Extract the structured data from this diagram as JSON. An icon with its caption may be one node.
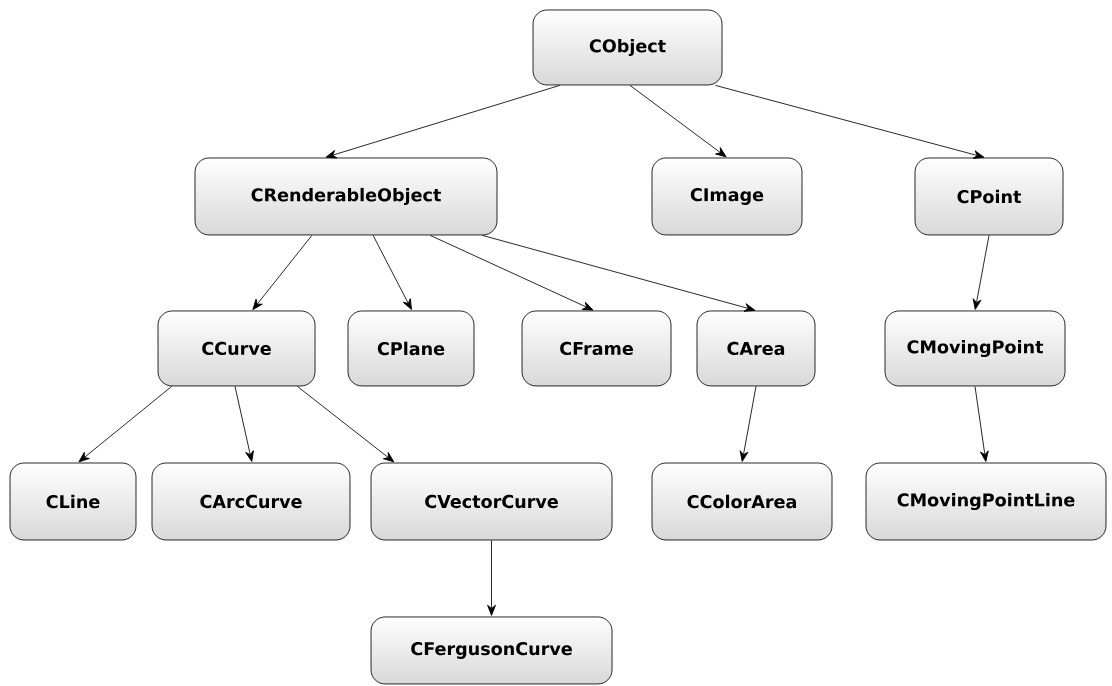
{
  "diagram": {
    "nodes": [
      {
        "text": [
          "CObject"
        ]
      },
      {
        "text": [
          "CRenderableObject"
        ]
      },
      {
        "text": [
          "CImage"
        ]
      },
      {
        "text": [
          "CPoint"
        ]
      },
      {
        "text": [
          "CCurve"
        ]
      },
      {
        "text": [
          "CPlane"
        ]
      },
      {
        "text": [
          "CFrame"
        ]
      },
      {
        "text": [
          "CArea"
        ]
      },
      {
        "text": [
          "CMovingPoint"
        ]
      },
      {
        "text": [
          "CLine"
        ]
      },
      {
        "text": [
          "CArcCurve"
        ]
      },
      {
        "text": [
          "CVectorCurve"
        ]
      },
      {
        "text": [
          "CColorArea"
        ]
      },
      {
        "text": [
          "CMovingPointLine"
        ]
      },
      {
        "text": [
          "CFergusonCurve"
        ]
      }
    ],
    "edges": [
      {
        "from": 0,
        "to": 1,
        "arrow": "to"
      },
      {
        "from": 0,
        "to": 2,
        "arrow": "to"
      },
      {
        "from": 0,
        "to": 3,
        "arrow": "to"
      },
      {
        "from": 1,
        "to": 4,
        "arrow": "to"
      },
      {
        "from": 1,
        "to": 5,
        "arrow": "to"
      },
      {
        "from": 1,
        "to": 6,
        "arrow": "to"
      },
      {
        "from": 1,
        "to": 7,
        "arrow": "to"
      },
      {
        "from": 3,
        "to": 8,
        "arrow": "to"
      },
      {
        "from": 4,
        "to": 9,
        "arrow": "to"
      },
      {
        "from": 4,
        "to": 10,
        "arrow": "to"
      },
      {
        "from": 4,
        "to": 11,
        "arrow": "to"
      },
      {
        "from": 7,
        "to": 12,
        "arrow": "to"
      },
      {
        "from": 8,
        "to": 13,
        "arrow": "to"
      },
      {
        "from": 11,
        "to": 14,
        "arrow": "to"
      }
    ]
  }
}
